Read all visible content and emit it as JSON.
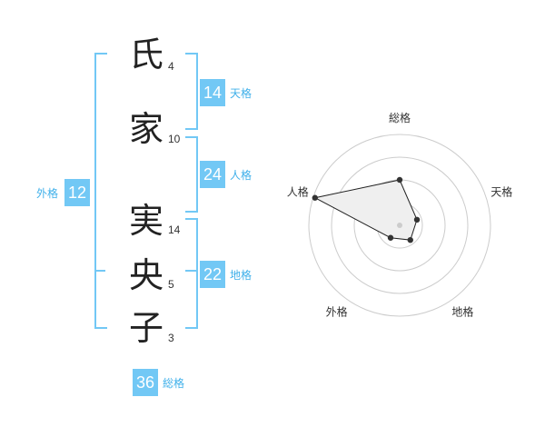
{
  "name": {
    "chars": [
      {
        "char": "氏",
        "strokes": "4"
      },
      {
        "char": "家",
        "strokes": "10"
      },
      {
        "char": "実",
        "strokes": "14"
      },
      {
        "char": "央",
        "strokes": "5"
      },
      {
        "char": "子",
        "strokes": "3"
      }
    ]
  },
  "kaku": {
    "ten": {
      "value": "14",
      "label": "天格"
    },
    "jin": {
      "value": "24",
      "label": "人格"
    },
    "chi": {
      "value": "22",
      "label": "地格"
    },
    "gai": {
      "value": "12",
      "label": "外格"
    },
    "sou": {
      "value": "36",
      "label": "総格"
    }
  },
  "chart_data": {
    "type": "radar",
    "axes": [
      "総格",
      "天格",
      "地格",
      "外格",
      "人格"
    ],
    "values": [
      0.5,
      0.2,
      0.2,
      0.17,
      0.98
    ],
    "rings": 4,
    "colors": {
      "fill": "#efefef",
      "line": "#222222",
      "ring": "#cccccc",
      "point": "#333333",
      "center": "#cccccc"
    }
  },
  "colors": {
    "accent": "#72c8f5",
    "accent_text": "#3fb0ea"
  }
}
